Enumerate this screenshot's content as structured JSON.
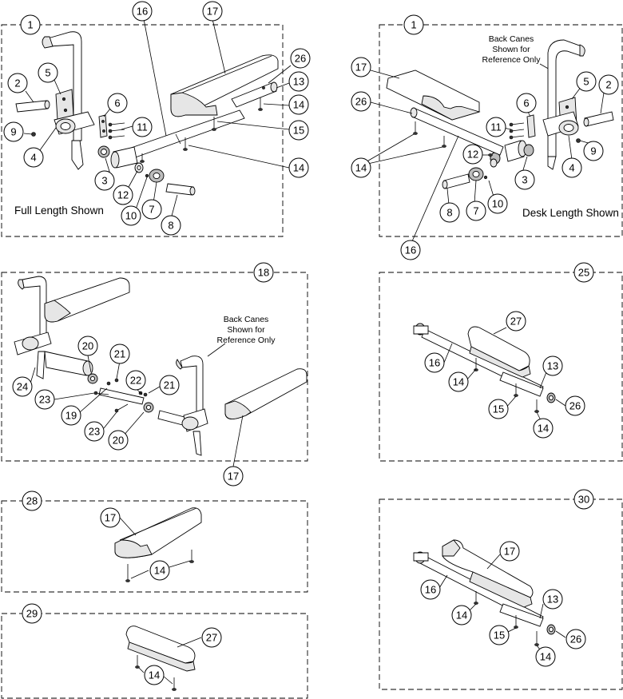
{
  "panels": [
    {
      "id": "full-length",
      "balloon": "1",
      "caption": "Full Length Shown"
    },
    {
      "id": "desk-length",
      "balloon": "1",
      "caption": "Desk Length Shown",
      "note": [
        "Back Canes",
        "Shown for",
        "Reference Only"
      ]
    },
    {
      "id": "assembly-18",
      "balloon": "18",
      "note": [
        "Back Canes",
        "Shown for",
        "Reference Only"
      ]
    },
    {
      "id": "assembly-25",
      "balloon": "25"
    },
    {
      "id": "assembly-28",
      "balloon": "28"
    },
    {
      "id": "assembly-29",
      "balloon": "29"
    },
    {
      "id": "assembly-30",
      "balloon": "30"
    }
  ],
  "callouts": {
    "full_length": [
      "2",
      "5",
      "9",
      "4",
      "6",
      "11",
      "3",
      "12",
      "10",
      "7",
      "8",
      "16",
      "17",
      "26",
      "13",
      "14",
      "15",
      "14"
    ],
    "desk_length": [
      "17",
      "26",
      "14",
      "6",
      "11",
      "12",
      "3",
      "5",
      "2",
      "9",
      "4",
      "8",
      "7",
      "10",
      "16"
    ],
    "assembly_18": [
      "20",
      "21",
      "22",
      "21",
      "24",
      "23",
      "19",
      "23",
      "20",
      "17"
    ],
    "assembly_25": [
      "27",
      "16",
      "14",
      "13",
      "15",
      "26",
      "14"
    ],
    "assembly_28": [
      "17",
      "14"
    ],
    "assembly_29": [
      "27",
      "14"
    ],
    "assembly_30": [
      "17",
      "16",
      "13",
      "14",
      "15",
      "26",
      "14"
    ]
  }
}
